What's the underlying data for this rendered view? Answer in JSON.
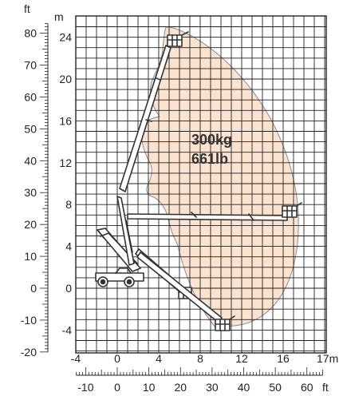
{
  "units": {
    "ft_top": "ft",
    "m_top": "m",
    "m_bottom": "17m",
    "ft_bottom": "ft"
  },
  "load": {
    "kg": "300kg",
    "lb": "661lb"
  },
  "m_axis_x_labels": [
    "-4",
    "0",
    "4",
    "8",
    "12",
    "16"
  ],
  "m_axis_y_labels": [
    "24",
    "20",
    "16",
    "12",
    "8",
    "4",
    "0",
    "-4"
  ],
  "ft_axis_y_labels": [
    "80",
    "70",
    "60",
    "50",
    "40",
    "30",
    "20",
    "10",
    "0",
    "-10",
    "-20"
  ],
  "ft_axis_x_labels": [
    "-10",
    "0",
    "10",
    "20",
    "30",
    "40",
    "50",
    "60"
  ],
  "colors": {
    "envelope_fill": "#fbe3cf",
    "envelope_stroke": "#8c8c8c",
    "grid": "#222222",
    "boom": "#333333"
  }
}
